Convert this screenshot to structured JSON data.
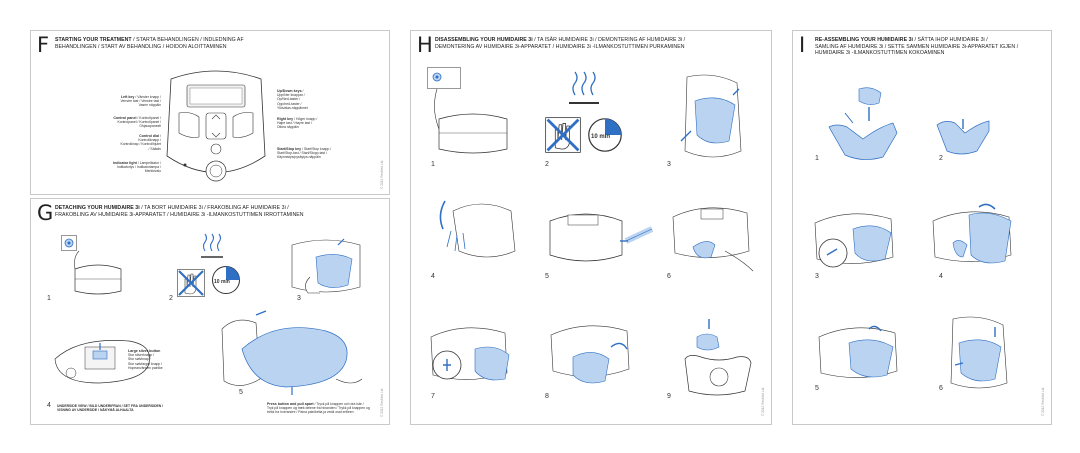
{
  "F": {
    "letter": "F",
    "title_bold": "STARTING YOUR TREATMENT",
    "title_rest": " / STARTA BEHANDLINGEN / INDLEDNING AF",
    "title_line2": "BEHANDLINGEN / START AV BEHANDLING / HOIDON ALOITTAMINEN",
    "left_key_title": "Left key",
    "left_key_rest": " / Vänster knapp /",
    "left_key_lines": [
      "Venstre tast / Venstre tast /",
      "Vasen näppäin"
    ],
    "control_panel_title": "Control panel",
    "control_panel_rest": " / Kontrollpanel /",
    "control_panel_lines": [
      "Kontrolpanel / Kontrollpanel /",
      "Ohjauspaneeli"
    ],
    "control_dial_title": "Control dial",
    "control_dial_rest": " /",
    "control_dial_lines": [
      "Kontrollknapp /",
      "Kontrolknap / Kontrollhjulet",
      "/ Säädin"
    ],
    "indicator_title": "Indicator light",
    "indicator_rest": " / Lampelikator /",
    "indicator_lines": [
      "Indikatorlys / Indikatorlampa /",
      "Merkkivalo"
    ],
    "updown_title": "Up/Down keys",
    "updown_rest": " /",
    "updown_lines": [
      "Upp/Ner knappar /",
      "Op/Ned-taster /",
      "Opp/ned-taster /",
      "Ylös/alas-näppäimet"
    ],
    "right_key_title": "Right key",
    "right_key_rest": " / Höger knapp /",
    "right_key_lines": [
      "Højre tast / Høyre tast /",
      "Oikea näppäin"
    ],
    "startstop_title": "Start/Stop key",
    "startstop_rest": " / Start/Stop knapp /",
    "startstop_lines": [
      "Start/Stop-tast / Start/Stopp-tast /",
      "Käynnistys/pysäytys-näppäin"
    ],
    "copyright": "© 2012 ResMed Ltd"
  },
  "G": {
    "letter": "G",
    "title_bold": "DETACHING YOUR HUMIDAIRE 3i",
    "title_rest": " / TA BORT HUMIDAIRE 3i / FRAKOBLING AF HUMIDAIRE 3i /",
    "title_line2": "FRAKOBLING AV HUMIDAIRE 3i-APPARATET / HUMIDAIRE 3i -ILMANKOSTUTTIMEN IRROTTAMINEN",
    "steps": [
      "1",
      "2",
      "3",
      "5"
    ],
    "timer_label": "10 min",
    "lift_title": "Large silver button",
    "lift_lines": [
      "Stor silverknapp /",
      "Stor sølvknap /",
      "Stor sølvfarget knapp /",
      "Hopeanvärinen painike"
    ],
    "step4_num": "4",
    "step4_title": "UNDERSIDE VIEW / BILD UNDERIFRAN / SET FRA UNDERSIDEN /",
    "step4_line2": "VISNING AV UNDERSIDE / NÄKYMÄ ALHAALTA",
    "press_title": "Press button and pull apart",
    "press_rest": " / Tryck på knappen och dra isär /",
    "press_lines": [
      "Tryk på knappen og træk delene fra hinanden / Trykk på knappen og",
      "trekk fra hverandre / Paina painiketta ja vedä osat erilleen"
    ],
    "copyright": "© 2012 ResMed Ltd"
  },
  "H": {
    "letter": "H",
    "title_bold": "DISASSEMBLING YOUR HUMIDAIRE 3i",
    "title_rest": " / TA ISÄR HUMIDAIRE 3i / DEMONTERING AF HUMIDAIRE 3i /",
    "title_line2": "DEMONTERING AV HUMIDAIRE 3i-APPARATET / HUMIDAIRE 3i -ILMANKOSTUTTIMEN PURKAMINEN",
    "steps": [
      "1",
      "2",
      "3",
      "4",
      "5",
      "6",
      "7",
      "8",
      "9"
    ],
    "timer_label": "10 min",
    "copyright": "© 2012 ResMed Ltd"
  },
  "I": {
    "letter": "I",
    "title_bold": "RE-ASSEMBLING YOUR HUMIDAIRE 3i",
    "title_rest": " / SÄTTA IHOP HUMIDAIRE 3i /",
    "title_line2": "SAMLING AF HUMIDAIRE 3i / SETTE SAMMEN HUMIDAIRE 3i-APPARATET IGJEN /",
    "title_line3": "HUMIDAIRE 3i -ILMANKOSTUTTIMEN KOKOAMINEN",
    "steps": [
      "1",
      "2",
      "3",
      "4",
      "5",
      "6"
    ],
    "copyright": "© 2012 ResMed Ltd"
  },
  "colors": {
    "accent": "#2f6fc4",
    "tub": "#b9d3f0",
    "line": "#333333"
  }
}
